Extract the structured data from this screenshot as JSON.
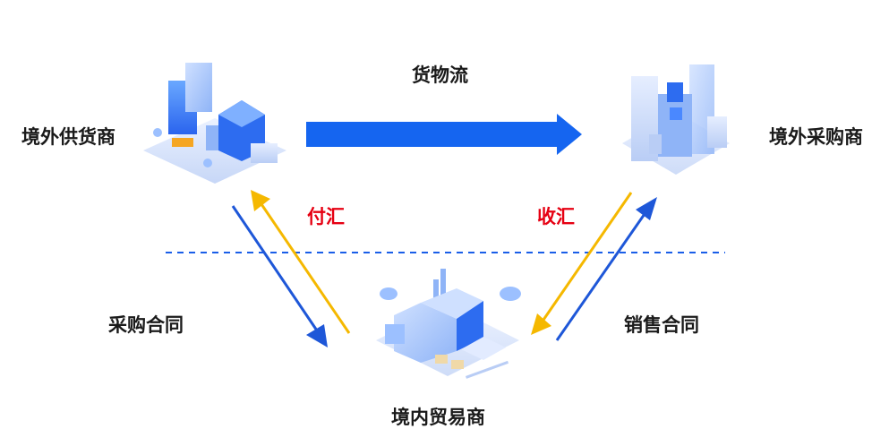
{
  "nodes": {
    "overseas_supplier": "境外供货商",
    "overseas_buyer": "境外采购商",
    "domestic_trader": "境内贸易商"
  },
  "flows": {
    "goods_flow": "货物流",
    "payment_out": "付汇",
    "payment_in": "收汇",
    "purchase_contract": "采购合同",
    "sales_contract": "销售合同"
  },
  "colors": {
    "goods_arrow": "#1565f0",
    "contract_arrow": "#1e57d8",
    "payment_arrow": "#f5b800",
    "payment_text": "#e60012",
    "divider": "#1a5ee8"
  },
  "icons": {
    "overseas_supplier": "city-buildings-icon",
    "overseas_buyer": "office-complex-icon",
    "domestic_trader": "factory-icon"
  }
}
